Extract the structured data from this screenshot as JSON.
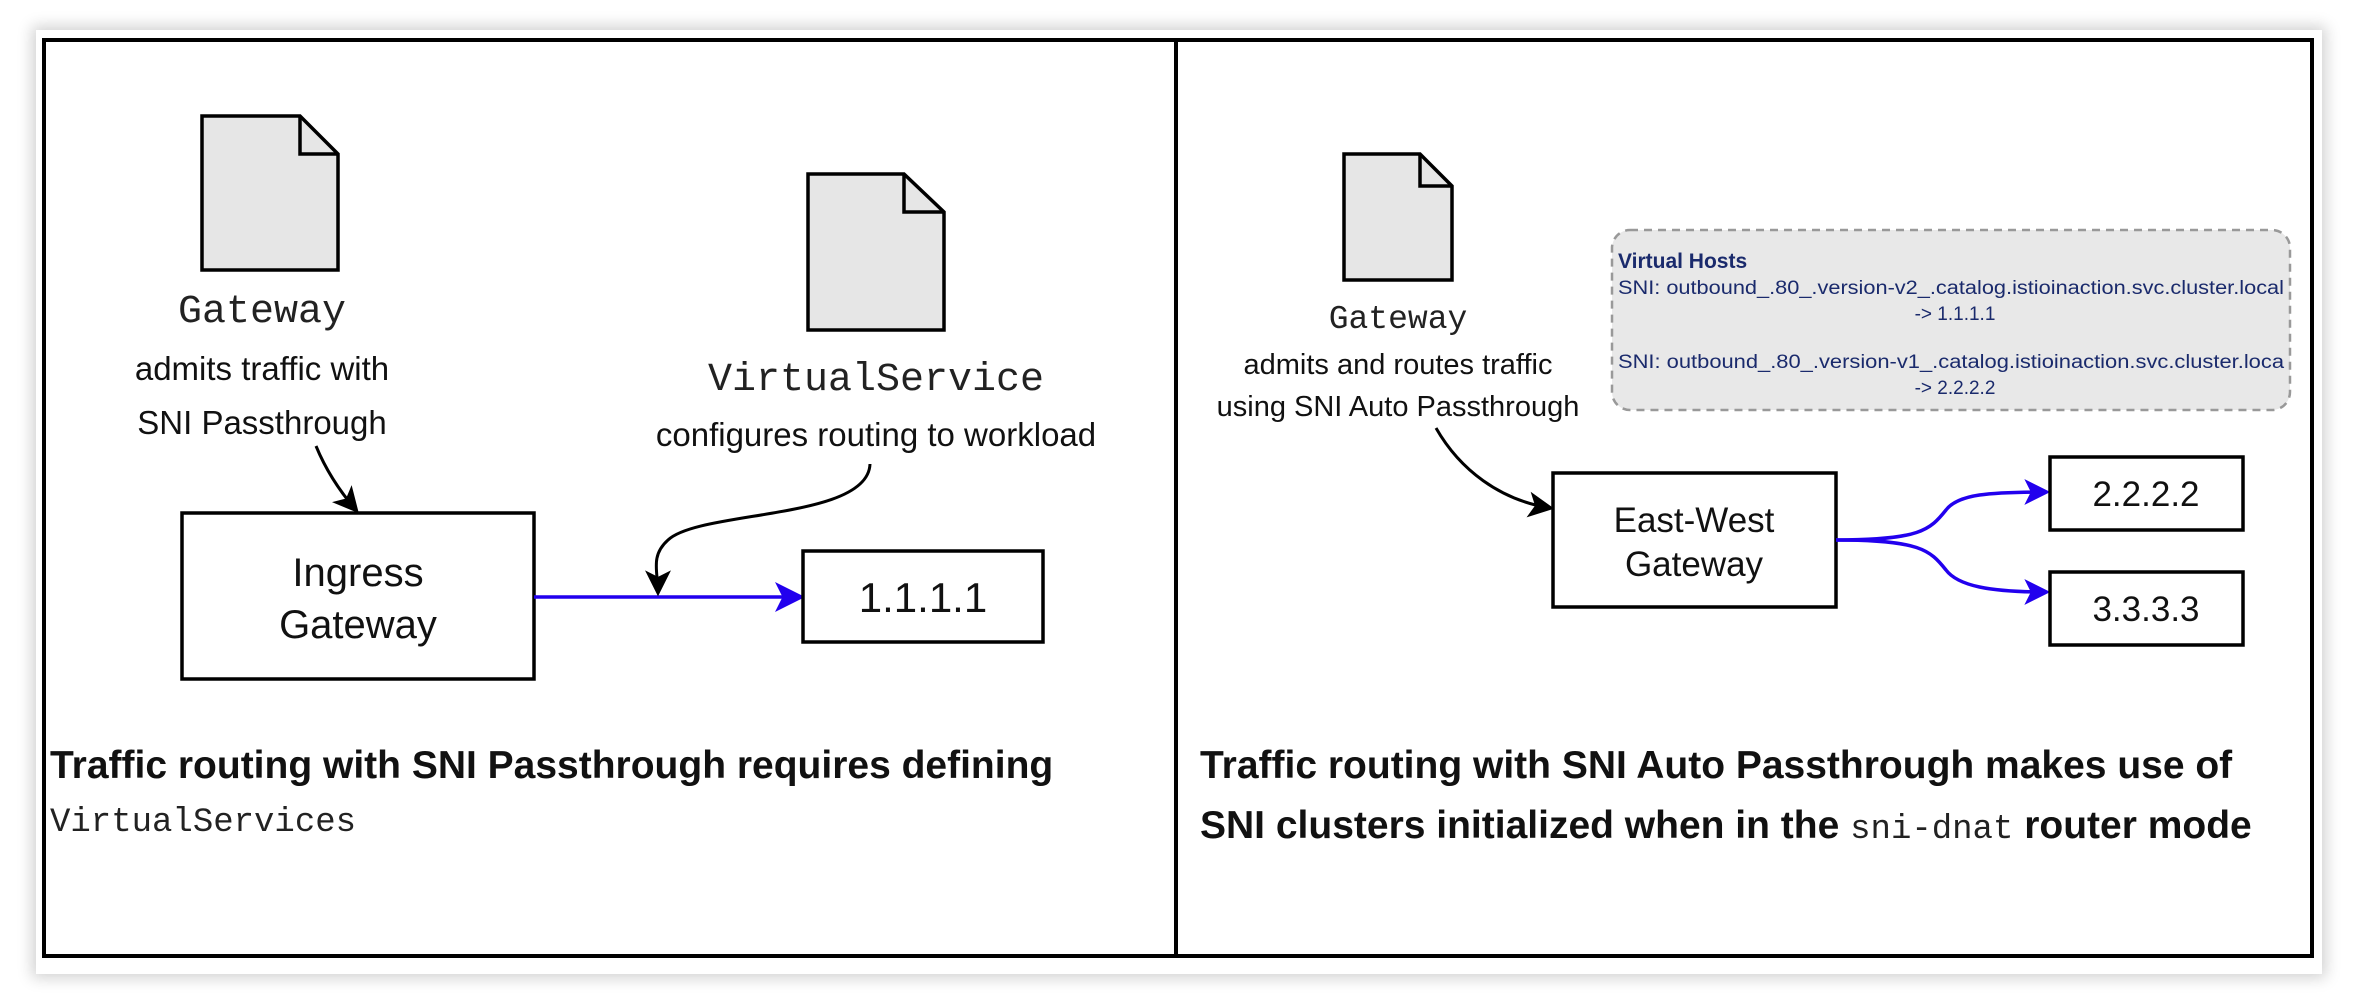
{
  "left_panel": {
    "gateway_doc": {
      "title": "Gateway",
      "desc_line1": "admits traffic with",
      "desc_line2": "SNI Passthrough"
    },
    "vs_doc": {
      "title": "VirtualService",
      "desc": "configures routing to workload"
    },
    "ingress_box": {
      "line1": "Ingress",
      "line2": "Gateway"
    },
    "target_box": "1.1.1.1",
    "caption_line1": "Traffic routing with SNI Passthrough requires defining",
    "caption_code": "VirtualServices"
  },
  "right_panel": {
    "gateway_doc": {
      "title": "Gateway",
      "desc_line1": "admits and routes traffic",
      "desc_line2": "using SNI Auto Passthrough"
    },
    "virtual_hosts": {
      "heading": "Virtual Hosts",
      "entry1_sni": "SNI: outbound_.80_.version-v2_.catalog.istioinaction.svc.cluster.local",
      "entry1_target": "-> 1.1.1.1",
      "entry2_sni": "SNI: outbound_.80_.version-v1_.catalog.istioinaction.svc.cluster.loca",
      "entry2_target": "-> 2.2.2.2"
    },
    "eastwest_box": {
      "line1": "East-West",
      "line2": "Gateway"
    },
    "target_box_1": "2.2.2.2",
    "target_box_2": "3.3.3.3",
    "caption_line1": "Traffic routing with SNI Auto Passthrough makes use of",
    "caption_line2_pre": "SNI clusters initialized when in the",
    "caption_code": "sni-dnat",
    "caption_line2_post": "router mode"
  },
  "colors": {
    "blue_arrow": "#2200ee",
    "doc_fill": "#e6e6e6",
    "vh_fill": "#e8e8e8",
    "vh_text": "#1a2a6c"
  }
}
